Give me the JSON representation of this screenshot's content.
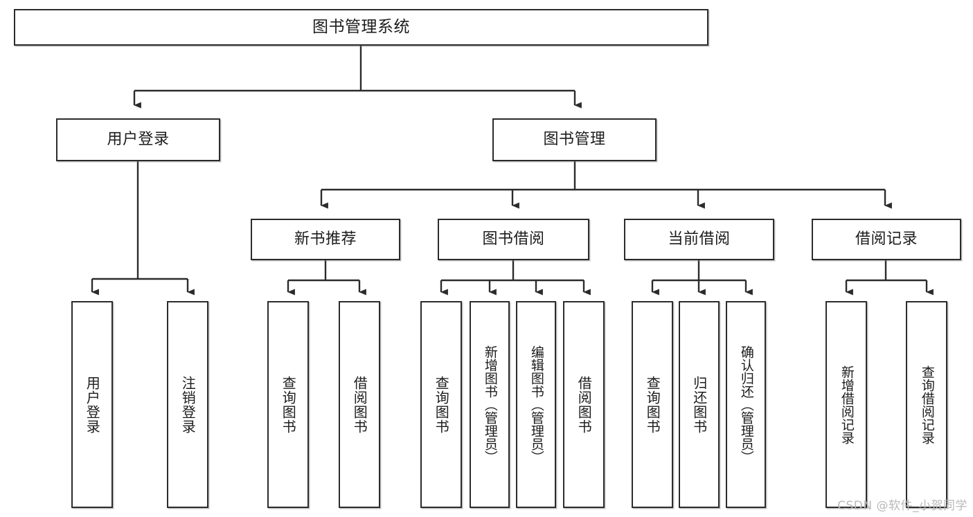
{
  "diagram": {
    "type": "tree-hierarchy",
    "title": "图书管理系统",
    "watermark": "CSDN @软件_小贺同学",
    "colors": {
      "stroke": "#2b2b2b",
      "fill": "#ffffff",
      "text": "#1c1c1c",
      "watermark": "#b9b9b9",
      "background": "#ffffff"
    },
    "nodes": {
      "root": {
        "label": "图书管理系统"
      },
      "level1": [
        {
          "id": "user-login",
          "label": "用户登录"
        },
        {
          "id": "book-manage",
          "label": "图书管理"
        }
      ],
      "level2": [
        {
          "id": "new-book-recommend",
          "label": "新书推荐"
        },
        {
          "id": "book-borrow",
          "label": "图书借阅"
        },
        {
          "id": "current-borrow",
          "label": "当前借阅"
        },
        {
          "id": "borrow-record",
          "label": "借阅记录"
        }
      ],
      "leaves": {
        "user_login": [
          {
            "id": "leaf-user-login",
            "label": "用户登录"
          },
          {
            "id": "leaf-logout-login",
            "label": "注销登录"
          }
        ],
        "new_book_recommend": [
          {
            "id": "leaf-query-book-1",
            "label": "查询图书"
          },
          {
            "id": "leaf-borrow-book-1",
            "label": "借阅图书"
          }
        ],
        "book_borrow": [
          {
            "id": "leaf-query-book-2",
            "label": "查询图书"
          },
          {
            "id": "leaf-add-book-admin",
            "label": "新增图书（管理员）"
          },
          {
            "id": "leaf-edit-book-admin",
            "label": "编辑图书（管理员）"
          },
          {
            "id": "leaf-borrow-book-2",
            "label": "借阅图书"
          }
        ],
        "current_borrow": [
          {
            "id": "leaf-query-book-3",
            "label": "查询图书"
          },
          {
            "id": "leaf-return-book",
            "label": "归还图书"
          },
          {
            "id": "leaf-confirm-return-admin",
            "label": "确认归还（管理员）"
          }
        ],
        "borrow_record": [
          {
            "id": "leaf-add-borrow-record",
            "label": "新增借阅记录"
          },
          {
            "id": "leaf-query-borrow-record",
            "label": "查询借阅记录"
          }
        ]
      }
    }
  }
}
